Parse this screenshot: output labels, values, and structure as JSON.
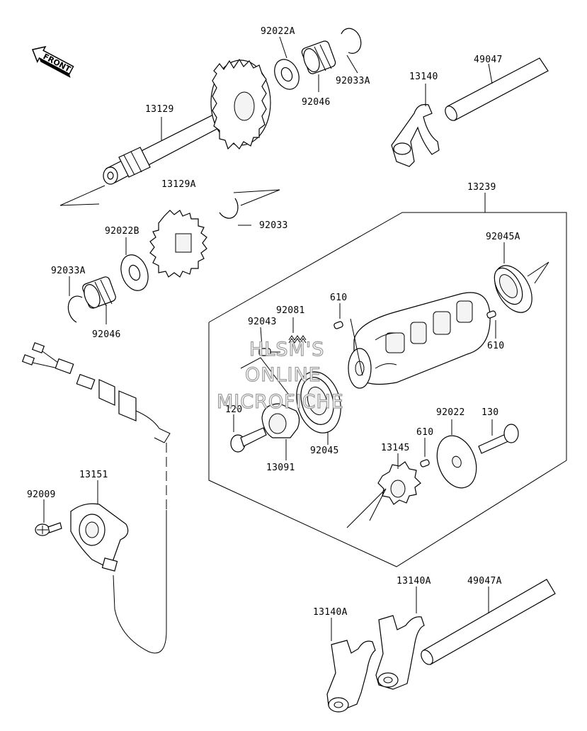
{
  "direction_marker": {
    "text": "FRONT",
    "icon": "arrow-left-icon"
  },
  "watermark": {
    "line1": "HLSM'S",
    "line2": "ONLINE",
    "line3": "MICROFICHE"
  },
  "part_labels": {
    "p92022A": "92022A",
    "p92033A_top": "92033A",
    "p92046_top": "92046",
    "p49047": "49047",
    "p13140": "13140",
    "p13129": "13129",
    "p13129A": "13129A",
    "p92033": "92033",
    "p92022B": "92022B",
    "p92033A_left": "92033A",
    "p92046_left": "92046",
    "p13239": "13239",
    "p92045A": "92045A",
    "p610_top": "610",
    "p610_right": "610",
    "p92081": "92081",
    "p92043": "92043",
    "p120": "120",
    "p13091": "13091",
    "p92045": "92045",
    "p92022": "92022",
    "p130": "130",
    "p610_mid": "610",
    "p13145": "13145",
    "p13151": "13151",
    "p92009": "92009",
    "p13140A_right": "13140A",
    "p49047A": "49047A",
    "p13140A_left": "13140A"
  }
}
